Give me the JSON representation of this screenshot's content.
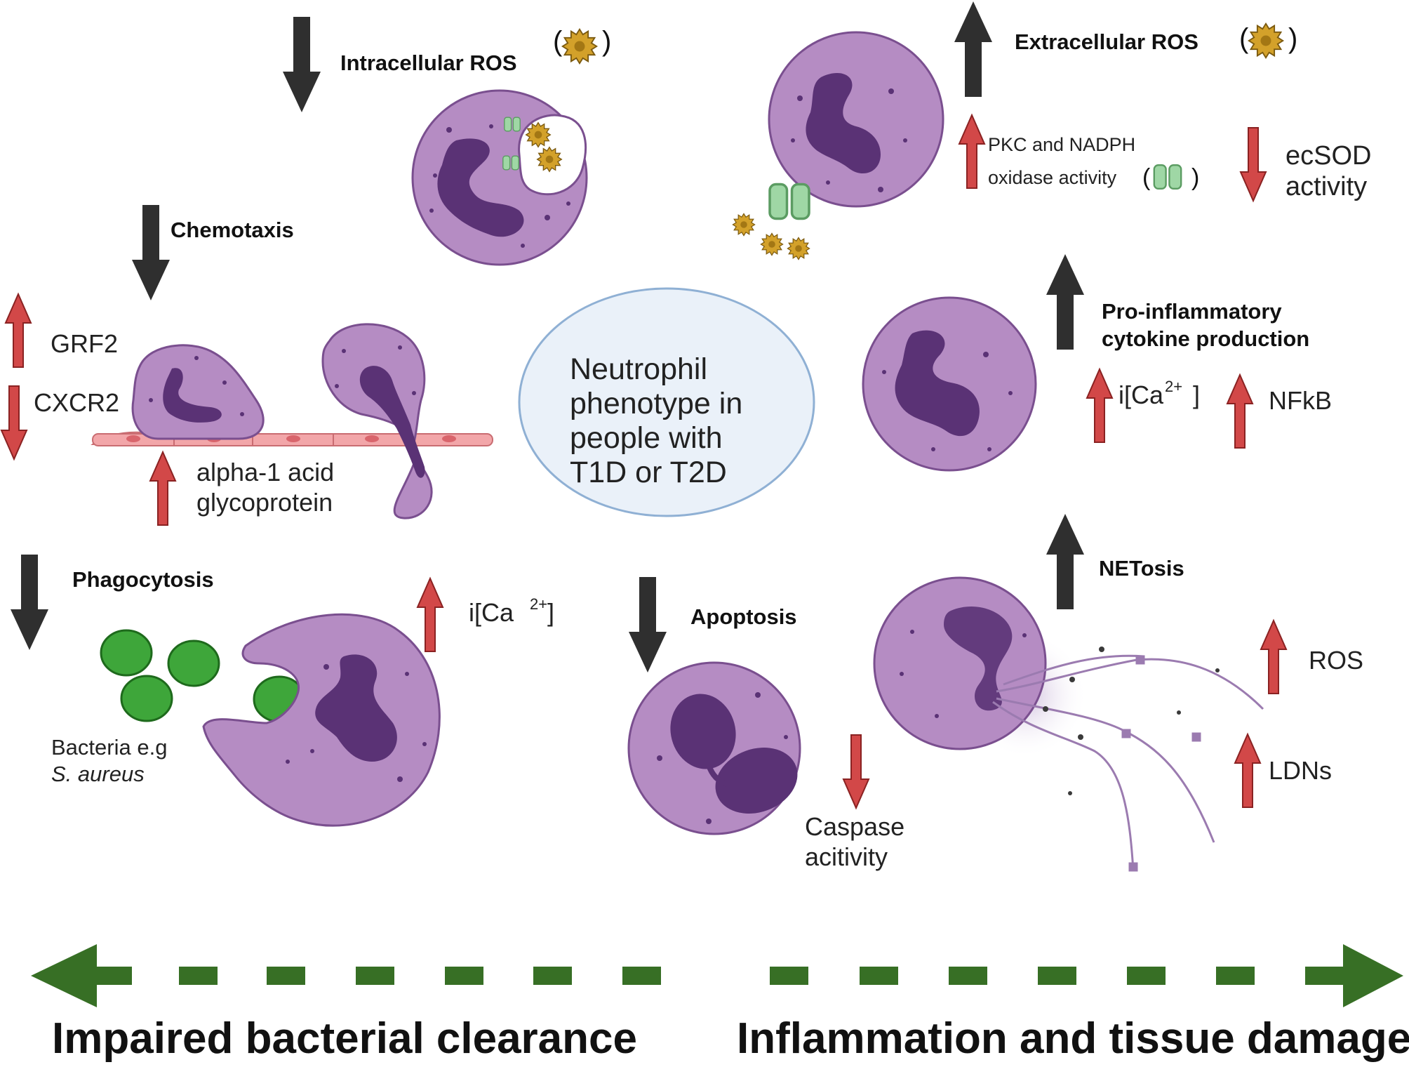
{
  "center": {
    "lines": [
      "Neutrophil",
      "phenotype in",
      "people with",
      "T1D or T2D"
    ]
  },
  "intracellular_ros": {
    "title": "Intracellular ROS",
    "paren_open": "(",
    "paren_close": ")"
  },
  "chemotaxis": {
    "title": "Chemotaxis",
    "grf2": "GRF2",
    "cxcr2": "CXCR2",
    "aagp_line1": "alpha-1 acid",
    "aagp_line2": "glycoprotein"
  },
  "phagocytosis": {
    "title": "Phagocytosis",
    "ica": "i[Ca",
    "ica_sup": "2+",
    "ica_close": "]",
    "bacteria_line1": "Bacteria e.g",
    "bacteria_line2": "S. aureus"
  },
  "extracellular_ros": {
    "title": "Extracellular ROS",
    "paren_open": "(",
    "paren_close": ")",
    "pkc_line1": "PKC and NADPH",
    "pkc_line2": "oxidase activity",
    "ecsod_line1": "ecSOD",
    "ecsod_line2": "activity"
  },
  "cytokine": {
    "title_line1": "Pro-inflammatory",
    "title_line2": "cytokine production",
    "ica": "i[Ca",
    "ica_sup": "2+",
    "ica_close": "]",
    "nfkb": "NFkB"
  },
  "apoptosis": {
    "title": "Apoptosis",
    "caspase_line1": "Caspase",
    "caspase_line2": "acitivity"
  },
  "netosis": {
    "title": "NETosis",
    "ros": "ROS",
    "ldns": "LDNs"
  },
  "footer": {
    "left": "Impaired bacterial clearance",
    "right": "Inflammation and tissue damage"
  },
  "colors": {
    "cell_fill": "#b58cc3",
    "cell_stroke": "#7a4f8f",
    "nucleus": "#5a3275",
    "up_arrow": "#d24848",
    "black_arrow": "#2f2f2f",
    "green_arrow": "#376f25",
    "ros_fill": "#d3a12a",
    "bacteria": "#3ea63a",
    "center_fill": "#eaf1f9",
    "center_stroke": "#8fb0d4",
    "endothelium": "#f2a6a9",
    "channel": "#9fd7a5"
  }
}
